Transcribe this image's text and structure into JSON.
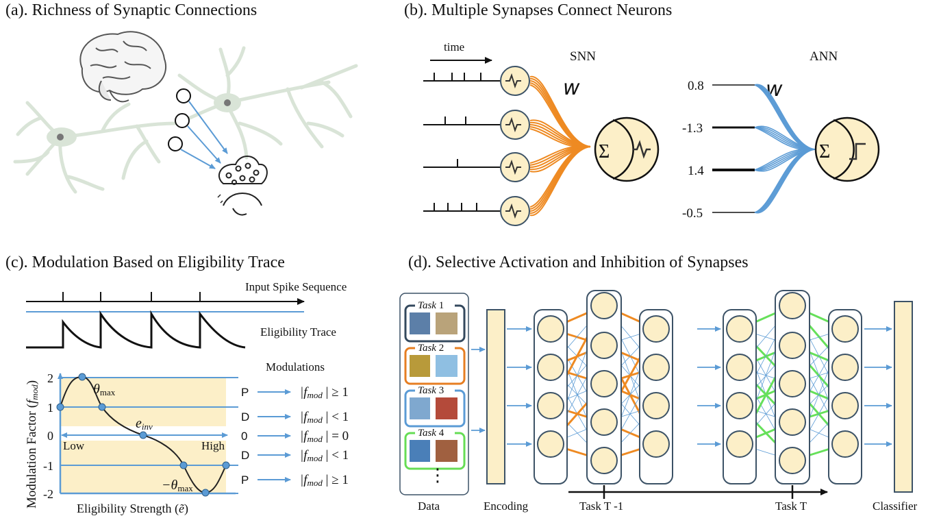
{
  "panels": {
    "a": {
      "title": "(a). Richness of Synaptic Connections"
    },
    "b": {
      "title": "(b). Multiple Synapses Connect Neurons",
      "time_label": "time",
      "snn_label": "SNN",
      "ann_label": "ANN",
      "weight_symbol": "w",
      "sum_symbol": "Σ",
      "ann_inputs": [
        "0.8",
        "-1.3",
        "1.4",
        "-0.5"
      ]
    },
    "c": {
      "title": "(c). Modulation Based on Eligibility Trace",
      "input_spike_label": "Input Spike Sequence",
      "eligibility_label": "Eligibility Trace",
      "modulations_label": "Modulations",
      "y_axis_label_main": "Modulation Factor (",
      "y_axis_label_var": "f",
      "y_axis_label_sub": "mod",
      "y_axis_label_end": ")",
      "x_axis_label_main": "Eligibility Strength  (",
      "x_axis_label_var": "ẽ",
      "x_axis_label_end": ")",
      "y_ticks": [
        "2",
        "1",
        "0",
        "-1",
        "-2"
      ],
      "low_label": "Low",
      "high_label": "High",
      "theta_max_label": "θ",
      "theta_sub": "max",
      "neg_theta_label": "−θ",
      "e_inv_label": "e",
      "e_inv_sub": "inv",
      "bands": [
        {
          "code": "P",
          "rule_var": "|f",
          "rule_sub": "mod",
          "rule_rest": " | ≥ 1"
        },
        {
          "code": "D",
          "rule_var": "|f",
          "rule_sub": "mod",
          "rule_rest": " | < 1"
        },
        {
          "code": "0",
          "rule_var": "|f",
          "rule_sub": "mod",
          "rule_rest": " | = 0"
        },
        {
          "code": "D",
          "rule_var": "|f",
          "rule_sub": "mod",
          "rule_rest": " | < 1"
        },
        {
          "code": "P",
          "rule_var": "|f",
          "rule_sub": "mod",
          "rule_rest": " | ≥ 1"
        }
      ],
      "colors": {
        "band": "#fcefc8",
        "line": "#5b9bd5",
        "curve": "#222222"
      }
    },
    "d": {
      "title": "(d). Selective Activation and Inhibition of Synapses",
      "tasks": [
        {
          "word": "Task",
          "num": " 1",
          "color": "#34495e"
        },
        {
          "word": "Task",
          "num": " 2",
          "color": "#e67e22"
        },
        {
          "word": "Task",
          "num": " 3",
          "color": "#5b9bd5"
        },
        {
          "word": "Task",
          "num": " 4",
          "color": "#66dd55"
        }
      ],
      "ellipsis": "⋮",
      "bottom_labels": {
        "data": "Data",
        "encoding": "Encoding",
        "task_prev": "Task T -1",
        "task_cur": "Task T",
        "classifier": "Classifier"
      },
      "colors": {
        "node": "#fcefc8",
        "frame": "#3c5266",
        "orange": "#ee8a22",
        "green": "#66e05a",
        "blue": "#5b9bd5"
      }
    }
  }
}
